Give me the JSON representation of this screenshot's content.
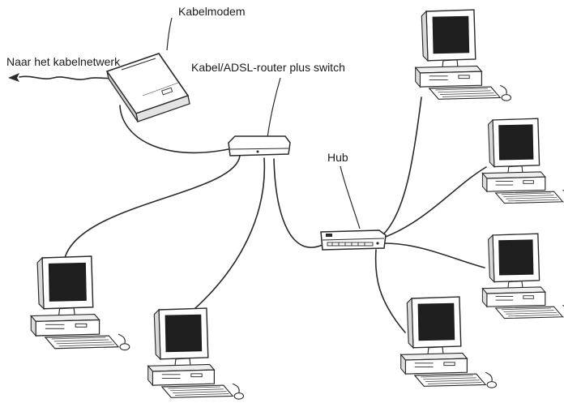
{
  "labels": {
    "kabelmodem": "Kabelmodem",
    "naar_kabelnetwerk": "Naar het kabelnetwerk",
    "router": "Kabel/ADSL-router plus switch",
    "hub": "Hub"
  },
  "colors": {
    "line": "#2a2a2a",
    "screen": "#1e1e1e",
    "case": "#ffffff"
  }
}
